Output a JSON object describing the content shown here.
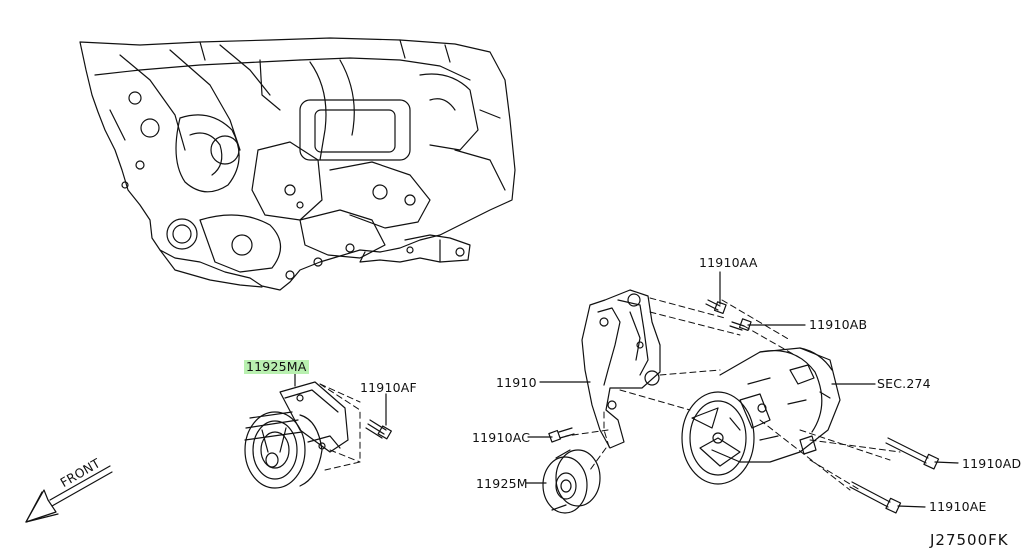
{
  "labels": {
    "l11910AA": "11910AA",
    "l11910AB": "11910AB",
    "l11925MA": "11925MA",
    "l11910AF": "11910AF",
    "l11910": "11910",
    "lSEC274": "SEC.274",
    "l11910AC": "11910AC",
    "l11910AD": "11910AD",
    "l11925M": "11925M",
    "l11910AE": "11910AE",
    "front": "FRONT",
    "diagram_code": "J27500FK"
  },
  "colors": {
    "highlight": "#b9f0b0",
    "line": "#111111"
  }
}
